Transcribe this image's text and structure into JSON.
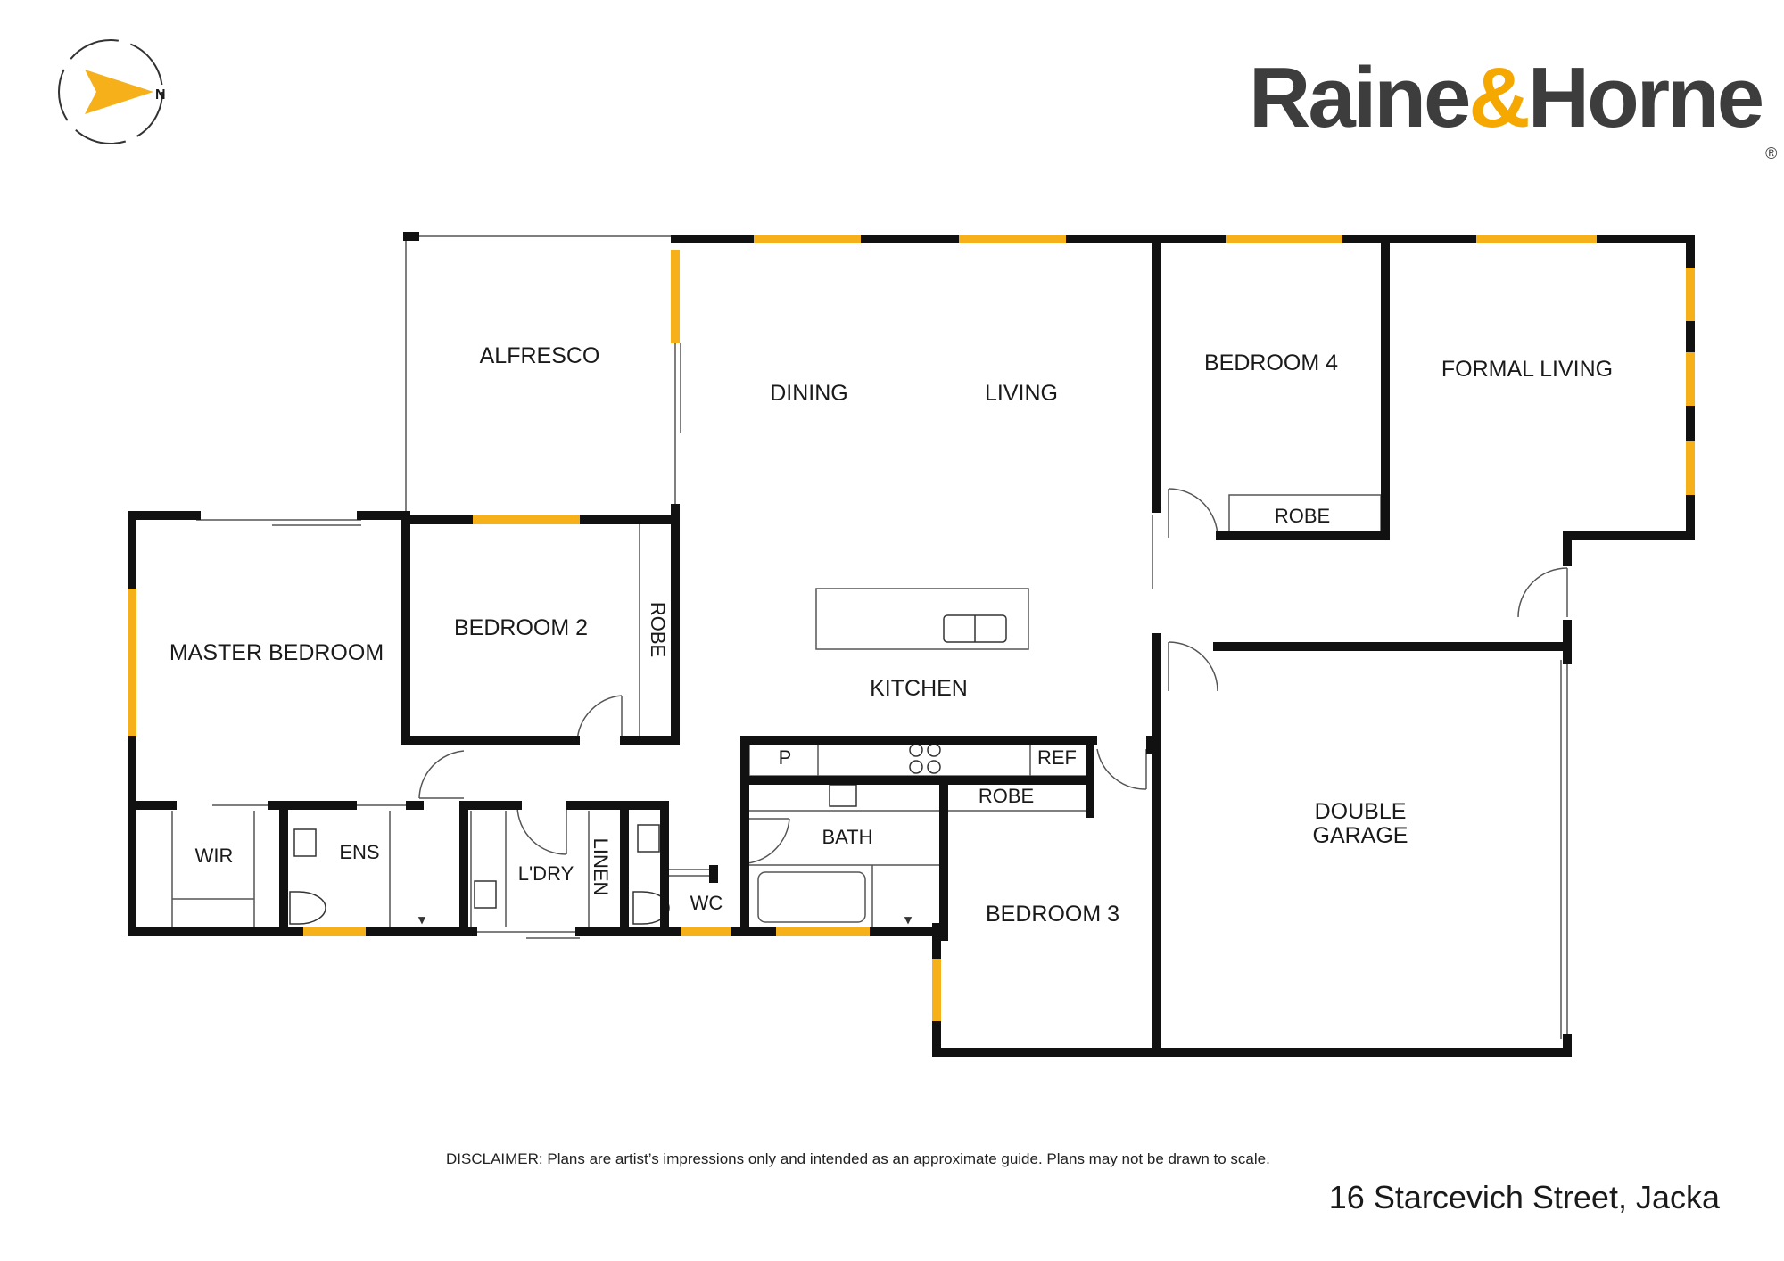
{
  "brand": {
    "name_part1": "Raine",
    "ampersand": "&",
    "name_part2": "Horne",
    "registered_mark": "®",
    "color_dark": "#3d3d3d",
    "color_accent": "#f5a800"
  },
  "compass": {
    "direction_label": "N",
    "icon": "compass-arrow-icon"
  },
  "rooms": {
    "alfresco": "ALFRESCO",
    "dining": "DINING",
    "living": "LIVING",
    "bedroom4": "BEDROOM 4",
    "formal_living": "FORMAL LIVING",
    "robe_bed4": "ROBE",
    "master_bedroom": "MASTER BEDROOM",
    "bedroom2": "BEDROOM 2",
    "robe_bed2": "ROBE",
    "kitchen": "KITCHEN",
    "pantry": "P",
    "fridge": "REF",
    "robe_bed3": "ROBE",
    "bath": "BATH",
    "wir": "WIR",
    "ens": "ENS",
    "laundry": "L'DRY",
    "linen": "LINEN",
    "wc": "WC",
    "bedroom3": "BEDROOM 3",
    "double_garage_line1": "DOUBLE",
    "double_garage_line2": "GARAGE"
  },
  "colors": {
    "wall": "#111111",
    "window": "#f5b01a",
    "fixture": "#333333"
  },
  "disclaimer": "DISCLAIMER: Plans are artist’s impressions only and intended as an approximate guide. Plans may not be drawn to scale.",
  "address": "16 Starcevich Street, Jacka"
}
